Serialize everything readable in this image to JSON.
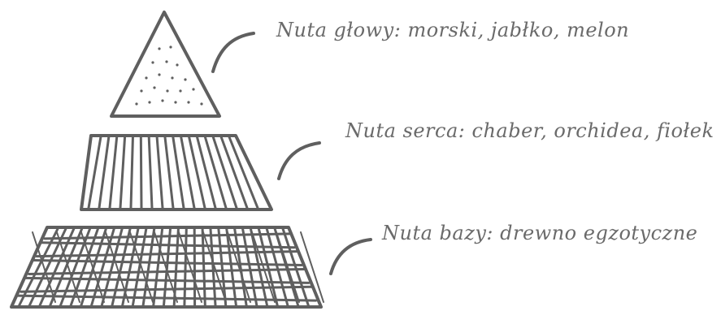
{
  "notes": {
    "top": "Nuta głowy: morski, jabłko, melon",
    "heart": "Nuta serca: chaber, orchidea, fiołek",
    "base": "Nuta bazy: drewno egzotyczne"
  },
  "colors": {
    "stroke": "#5f5f5f",
    "text": "#6a6a6a",
    "background": "#ffffff"
  }
}
